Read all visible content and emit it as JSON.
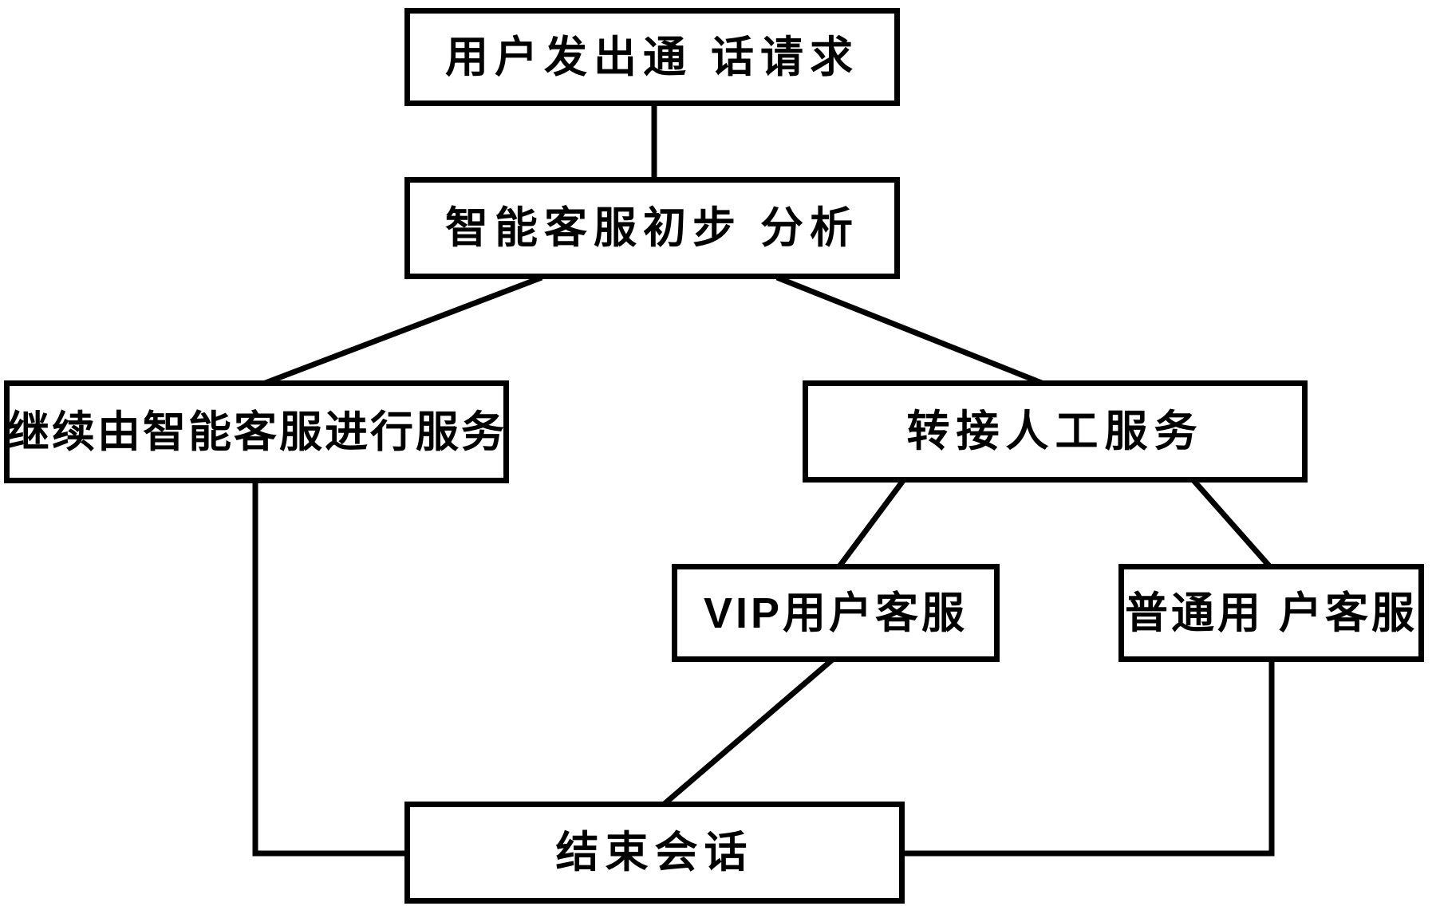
{
  "diagram": {
    "title": "customer-service call routing flowchart",
    "colors": {
      "line": "#000000",
      "box_background": "#ffffff",
      "text": "#000000"
    },
    "nodes": {
      "request": {
        "label": "用户发出通 话请求"
      },
      "analysis": {
        "label": "智能客服初步 分析"
      },
      "continue_ai": {
        "label": "继续由智能客服进行服务"
      },
      "transfer_human": {
        "label": "转接人工服务"
      },
      "vip": {
        "label": "VIP用户客服"
      },
      "ordinary": {
        "label": "普通用 户客服"
      },
      "end_session": {
        "label": "结束会话"
      }
    },
    "edges": [
      {
        "from": "request",
        "to": "analysis"
      },
      {
        "from": "analysis",
        "to": "continue_ai"
      },
      {
        "from": "analysis",
        "to": "transfer_human"
      },
      {
        "from": "transfer_human",
        "to": "vip"
      },
      {
        "from": "transfer_human",
        "to": "ordinary"
      },
      {
        "from": "continue_ai",
        "to": "end_session"
      },
      {
        "from": "vip",
        "to": "end_session"
      },
      {
        "from": "ordinary",
        "to": "end_session"
      }
    ]
  }
}
